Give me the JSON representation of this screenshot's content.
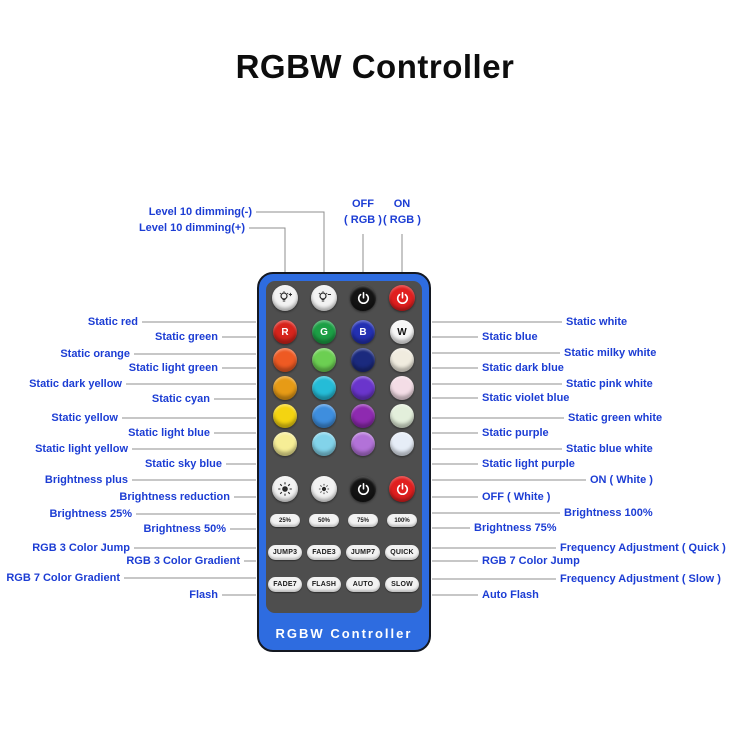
{
  "title": "RGBW Controller",
  "colors": {
    "callout_label": "#1c3dd4",
    "callout_line": "#8f8f8f",
    "remote_blue": "#2e6ce0",
    "panel_gray": "#4e4e4e",
    "on_red": "#e01f1f",
    "off_black": "#141414"
  },
  "callouts": {
    "top": [
      "Level 10 dimming(-)",
      "Level 10 dimming(+)"
    ],
    "off_rgb": {
      "line1": "OFF",
      "line2": "( RGB )"
    },
    "on_rgb": {
      "line1": "ON",
      "line2": "( RGB )"
    },
    "left": [
      "Static red",
      "Static green",
      "Static orange",
      "Static light green",
      "Static dark yellow",
      "Static cyan",
      "Static yellow",
      "Static light blue",
      "Static light yellow",
      "Static sky blue",
      "Brightness plus",
      "Brightness reduction",
      "Brightness 25%",
      "Brightness 50%",
      "RGB 3 Color Jump",
      "RGB 3 Color Gradient",
      "RGB 7 Color Gradient",
      "Flash"
    ],
    "right": [
      "Static white",
      "Static blue",
      "Static milky white",
      "Static dark blue",
      "Static pink white",
      "Static violet blue",
      "Static green white",
      "Static purple",
      "Static blue white",
      "Static light purple",
      "ON ( White )",
      "OFF ( White )",
      "Brightness 100%",
      "Brightness 75%",
      "Frequency Adjustment ( Quick )",
      "RGB 7 Color Jump",
      "Frequency Adjustment ( Slow )",
      "Auto Flash"
    ]
  },
  "remote": {
    "footer": "RGBW Controller",
    "color_buttons": [
      {
        "c": "#d7241c",
        "l": "R",
        "lc": "#ffffff"
      },
      {
        "c": "#1c9f45",
        "l": "G",
        "lc": "#ffffff"
      },
      {
        "c": "#2330b2",
        "l": "B",
        "lc": "#ffffff"
      },
      {
        "c": "#f7f7f7",
        "l": "W",
        "lc": "#111111"
      },
      {
        "c": "#ee5a23"
      },
      {
        "c": "#6ccf52"
      },
      {
        "c": "#1b2a7e"
      },
      {
        "c": "#f0ecdf"
      },
      {
        "c": "#e79b16"
      },
      {
        "c": "#25bcd7"
      },
      {
        "c": "#6a35cc"
      },
      {
        "c": "#f4dde6"
      },
      {
        "c": "#f4d411"
      },
      {
        "c": "#3e8ede"
      },
      {
        "c": "#8e2ab0"
      },
      {
        "c": "#e3efdb"
      },
      {
        "c": "#f6ee96"
      },
      {
        "c": "#82d3ea"
      },
      {
        "c": "#b272d8"
      },
      {
        "c": "#e6edf7"
      }
    ],
    "percent_buttons": [
      "25%",
      "50%",
      "75%",
      "100%"
    ],
    "mode_buttons": [
      "JUMP3",
      "FADE3",
      "JUMP7",
      "QUICK",
      "FADE7",
      "FLASH",
      "AUTO",
      "SLOW"
    ]
  }
}
